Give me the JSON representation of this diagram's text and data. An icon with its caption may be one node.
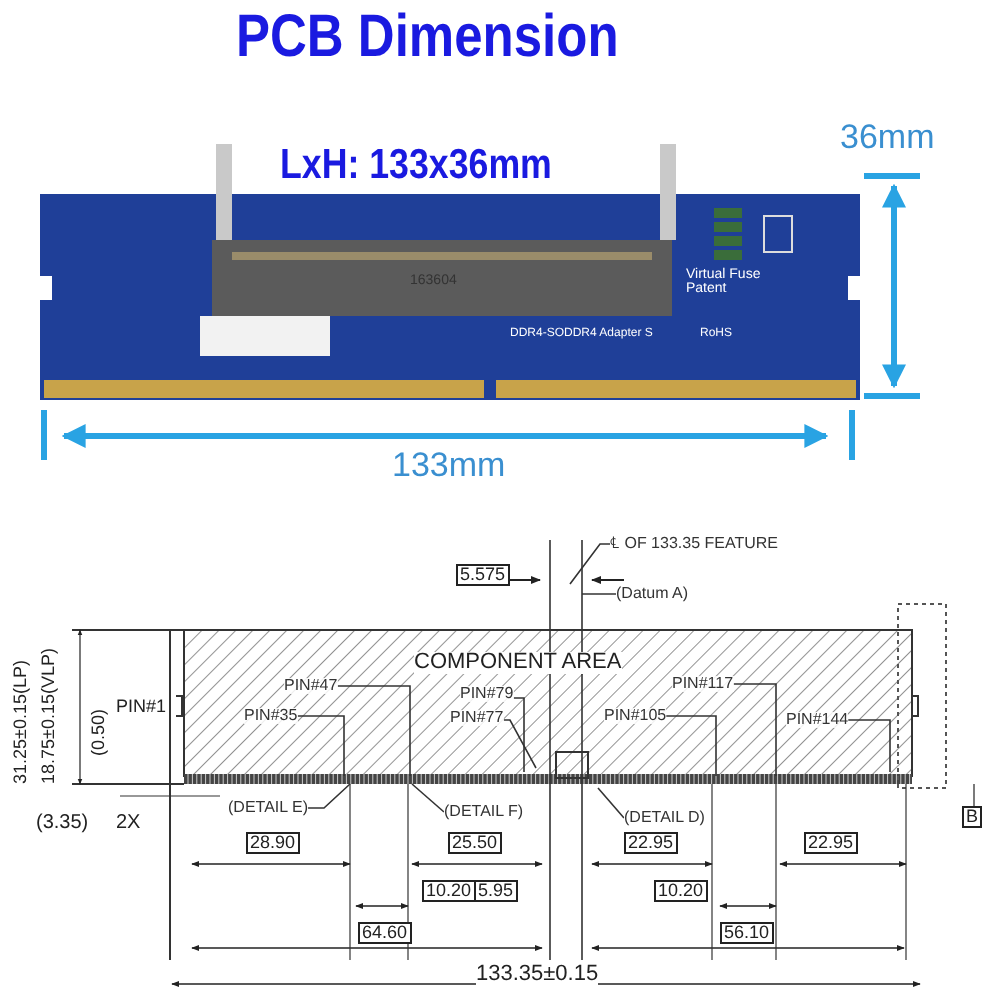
{
  "diagram": {
    "title": "PCB Dimension",
    "nodes": [
      {
        "text": [
          "℄ OF 133.35 FEATURE"
        ]
      },
      {
        "text": [
          "(Datum A)"
        ]
      },
      {
        "text": [
          "PIN#47"
        ]
      },
      {
        "text": [
          "PIN#79"
        ]
      },
      {
        "text": [
          "PIN#35"
        ]
      },
      {
        "text": [
          "PIN#117"
        ]
      },
      {
        "text": [
          "PIN#77"
        ]
      },
      {
        "text": [
          "PIN#105"
        ]
      },
      {
        "text": [
          "PIN#144"
        ]
      },
      {
        "text": [
          "(DETAIL E)"
        ]
      },
      {
        "text": [
          "(DETAIL F)"
        ]
      },
      {
        "text": [
          "(DETAIL D)"
        ]
      }
    ],
    "edges": [
      {
        "from": 0,
        "to": null,
        "arrow": "none"
      },
      {
        "from": 1,
        "to": null,
        "arrow": "none"
      },
      {
        "from": 2,
        "to": null,
        "arrow": "none"
      },
      {
        "from": 3,
        "to": null,
        "arrow": "none"
      },
      {
        "from": 4,
        "to": null,
        "arrow": "none"
      },
      {
        "from": 5,
        "to": null,
        "arrow": "none"
      },
      {
        "from": 6,
        "to": null,
        "arrow": "none"
      },
      {
        "from": 7,
        "to": null,
        "arrow": "none"
      },
      {
        "from": 8,
        "to": null,
        "arrow": "none"
      },
      {
        "from": 9,
        "to": null,
        "arrow": "none"
      },
      {
        "from": 10,
        "to": null,
        "arrow": "none"
      },
      {
        "from": 11,
        "to": null,
        "arrow": "none"
      }
    ],
    "labels": [
      "LxH: 133x36mm",
      "36mm",
      "Virtual Fuse Patent",
      "163604",
      "DDR4-SODDR4 Adapter S",
      "RoHS",
      "133mm",
      "5.575",
      "COMPONENT AREA",
      "31.25±0.15(LP)",
      "18.75±0.15(VLP)",
      "(0.50)",
      "PIN#1",
      "(3.35)",
      "2X",
      "B",
      "28.90",
      "25.50",
      "22.95",
      "22.95",
      "10.20",
      "5.95",
      "10.20",
      "64.60",
      "56.10",
      "133.35±0.15"
    ]
  }
}
